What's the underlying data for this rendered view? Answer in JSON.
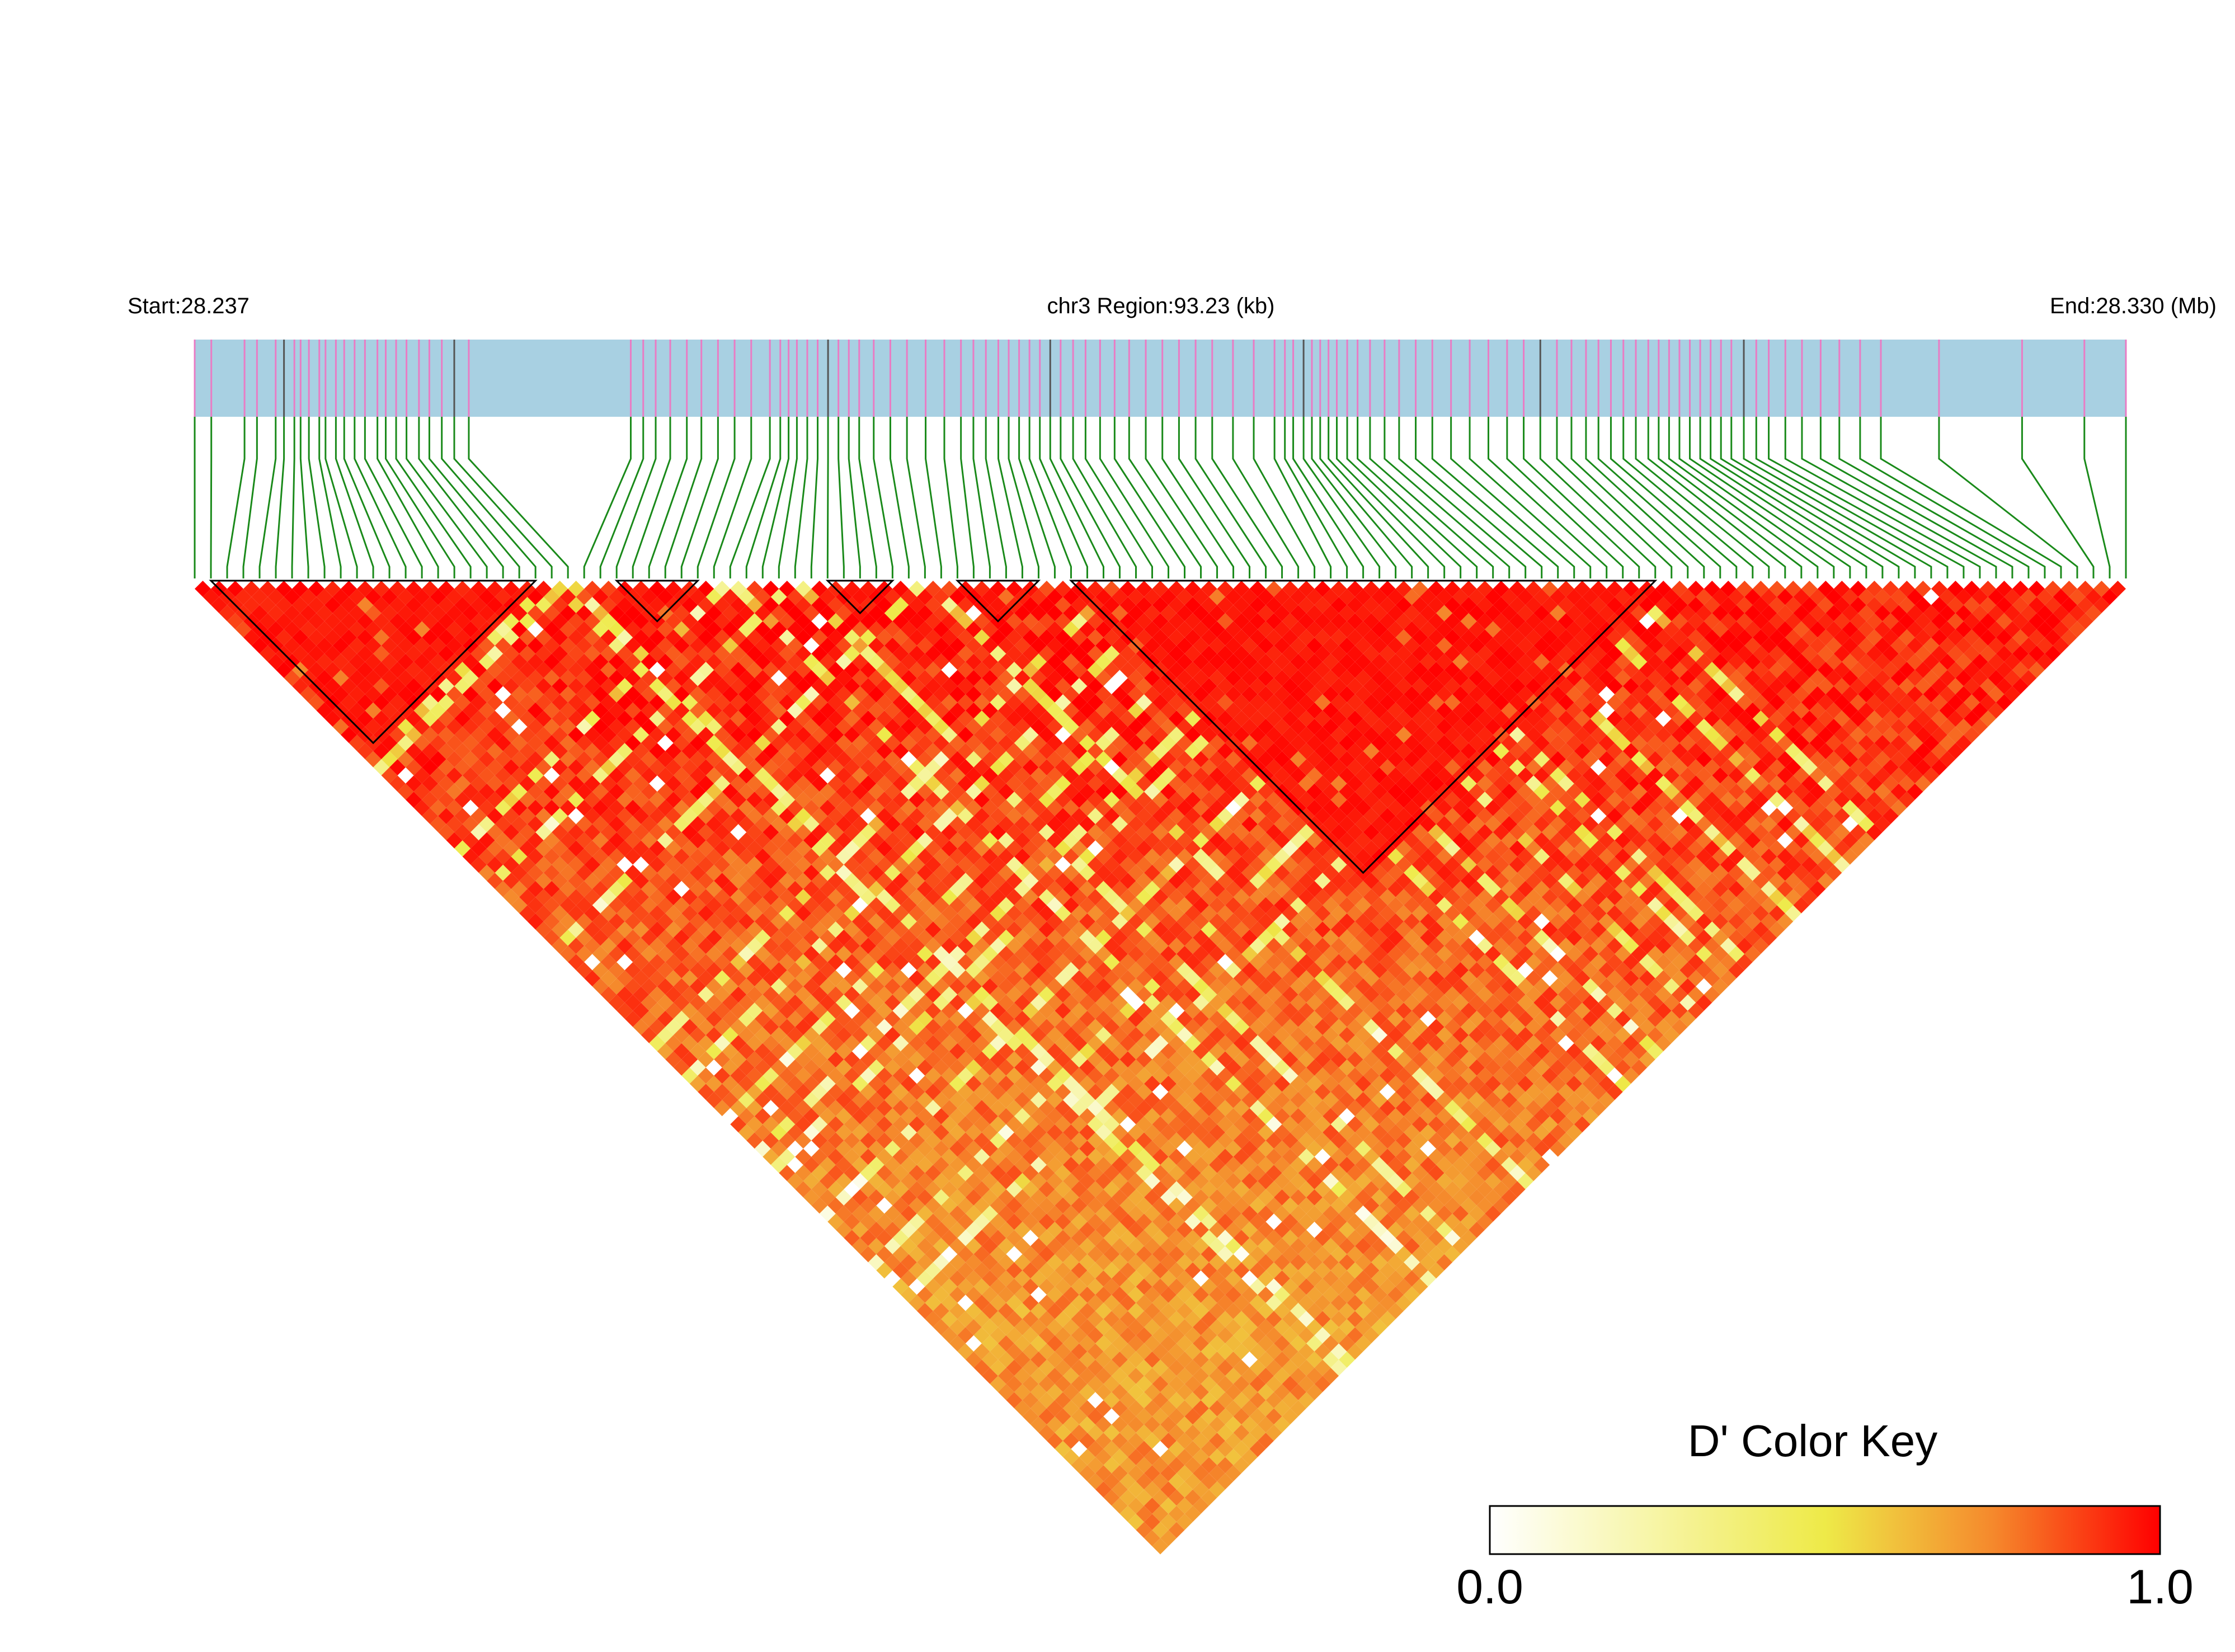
{
  "chart_data": {
    "type": "heatmap",
    "subtype": "ld-triangle",
    "chromosome": "chr3",
    "start_label": "Start:28.237",
    "region_label": "chr3 Region:93.23 (kb)",
    "end_label": "End:28.330 (Mb)",
    "start_mb": 28.237,
    "end_mb": 28.33,
    "snp_count": 120,
    "snp_positions_mb": [
      28.237,
      28.2378,
      28.2394,
      28.24,
      28.2409,
      28.2413,
      28.2418,
      28.2421,
      28.2425,
      28.243,
      28.2433,
      28.2438,
      28.2442,
      28.2447,
      28.2452,
      28.2458,
      28.2462,
      28.2467,
      28.2472,
      28.2478,
      28.2483,
      28.2489,
      28.2495,
      28.2502,
      28.258,
      28.2586,
      28.2592,
      28.2599,
      28.2607,
      28.2614,
      28.2622,
      28.263,
      28.2638,
      28.2647,
      28.2652,
      28.2656,
      28.266,
      28.2665,
      28.267,
      28.2675,
      28.268,
      28.2685,
      28.269,
      28.2697,
      28.2705,
      28.2713,
      28.2722,
      28.2731,
      28.2739,
      28.2745,
      28.2751,
      28.2757,
      28.2762,
      28.2767,
      28.2772,
      28.2777,
      28.2782,
      28.2787,
      28.2793,
      28.2799,
      28.2806,
      28.2813,
      28.282,
      28.2828,
      28.2836,
      28.2844,
      28.2852,
      28.286,
      28.287,
      28.288,
      28.289,
      28.2895,
      28.2899,
      28.2904,
      28.2908,
      28.2912,
      28.2916,
      28.292,
      28.2925,
      28.293,
      28.2936,
      28.2943,
      28.295,
      28.2958,
      28.2966,
      28.2975,
      28.2984,
      28.2993,
      28.3002,
      28.301,
      28.3018,
      28.3026,
      28.3033,
      28.304,
      28.3046,
      28.3052,
      28.3058,
      28.3064,
      28.307,
      28.3075,
      28.308,
      28.3085,
      28.309,
      28.3095,
      28.31,
      28.3105,
      28.311,
      28.3116,
      28.3122,
      28.3128,
      28.3136,
      28.3144,
      28.3153,
      28.3162,
      28.3172,
      28.3182,
      28.321,
      28.325,
      28.328,
      28.33
    ],
    "blocks": [
      [
        1,
        21
      ],
      [
        26,
        31
      ],
      [
        39,
        43
      ],
      [
        47,
        52
      ],
      [
        54,
        90
      ]
    ],
    "blocks_note": "haplotype blocks as [first_snp, last_snp] (0-based SNP index)",
    "d_prime_matrix": "lower-triangle D' values between SNP pairs (0.0 to 1.0); predominantly 0.8-1.0 with yellow/white low-LD stripes",
    "color_key": {
      "title": "D' Color Key",
      "min": 0.0,
      "max": 1.0,
      "min_label": "0.0",
      "max_label": "1.0",
      "stops": [
        {
          "value": 0.0,
          "color": "#ffffff"
        },
        {
          "value": 0.5,
          "color": "#eeea48"
        },
        {
          "value": 0.75,
          "color": "#f5892c"
        },
        {
          "value": 1.0,
          "color": "#ff0000"
        }
      ]
    }
  },
  "colors": {
    "gene_bar": "#a8d0e2",
    "snp_tick": "#e97cc4",
    "snp_tick_dark": "#555555",
    "connector": "#1a8a1a",
    "block_outline": "#000000"
  }
}
